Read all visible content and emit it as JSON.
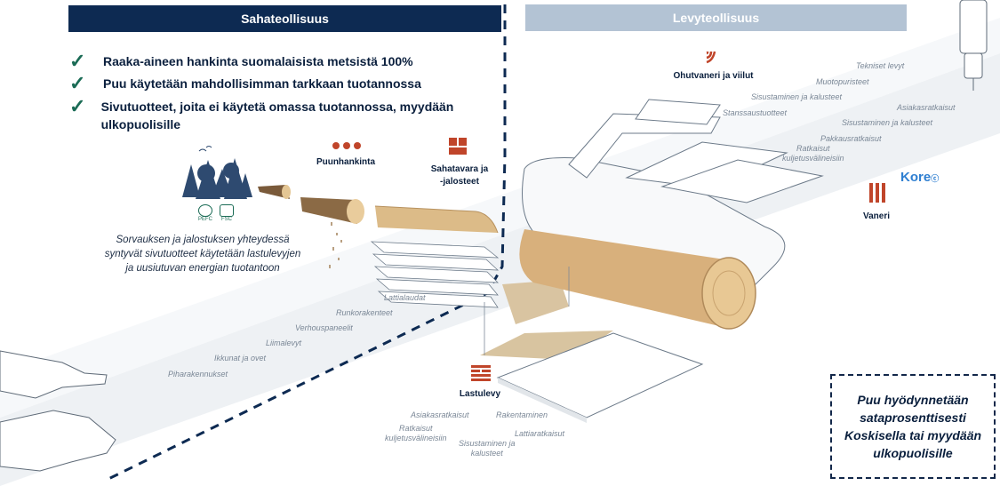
{
  "headers": {
    "sawmill": "Sahateollisuus",
    "panel": "Levyteollisuus"
  },
  "bullets": [
    "Raaka-aineen hankinta suomalaisista metsistä 100%",
    "Puu käytetään mahdollisimman tarkkaan tuotannossa",
    "Sivutuotteet, joita ei käytetä omassa tuotannossa, myydään ulkopuolisille"
  ],
  "icons": {
    "check": "check-icon",
    "forest": "forest-icon",
    "certifications": [
      "PEFC",
      "FSC"
    ],
    "wood_procurement": "three-dots-icon",
    "sawn_timber": "stacked-boards-icon",
    "veneer": "signal-waves-icon",
    "plywood": "vertical-bars-icon",
    "particleboard": "layered-bars-icon",
    "kore_logo": "Koreⓒ"
  },
  "labels": {
    "puunhankinta": "Puunhankinta",
    "sahatavara_line1": "Sahatavara ja",
    "sahatavara_line2": "-jalosteet",
    "ohutvaneri": "Ohutvaneri ja viilut",
    "vaneri": "Vaneri",
    "lastulevy": "Lastulevy",
    "kore": "Kore"
  },
  "sawmill_description": "Sorvauksen ja jalostuksen yhteydessä syntyvät sivutuotteet käytetään lastulevyjen ja uusiutuvan energian tuotantoon",
  "sawmill_products": [
    "Lattialaudat",
    "Runkorakenteet",
    "Verhouspaneelit",
    "Liimalevyt",
    "Ikkunat ja ovet",
    "Piharakennukset"
  ],
  "veneer_products": [
    "Tekniset levyt",
    "Muotopuristeet",
    "Sisustaminen ja kalusteet",
    "Stanssaustuotteet"
  ],
  "plywood_products": [
    "Asiakasratkaisut",
    "Sisustaminen ja kalusteet",
    "Pakkausratkaisut",
    "Ratkaisut",
    "kuljetusvälineisiin"
  ],
  "particleboard_products": [
    "Asiakasratkaisut",
    "Rakentaminen",
    "Ratkaisut",
    "kuljetusvälineisiin",
    "Lattiaratkaisut",
    "Sisustaminen ja",
    "kalusteet"
  ],
  "callout": "Puu hyödynnetään sataprosenttisesti Koskisella tai myydään ulkopuolisille",
  "colors": {
    "navy": "#0d2a52",
    "panel_header": "#b3c3d4",
    "check_green": "#1a6b55",
    "icon_red": "#c0452a",
    "wood": "#d8b07c"
  }
}
